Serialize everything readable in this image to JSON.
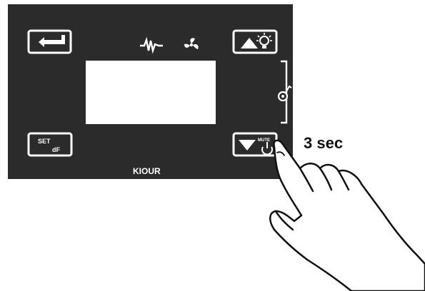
{
  "panel": {
    "brand": "KIOUR",
    "set_button": {
      "line1": "SET",
      "line2": "dF"
    },
    "enter_button": {
      "icon": "return-arrow-icon"
    },
    "up_button": {
      "icons": [
        "up-triangle-icon",
        "light-bulb-icon"
      ]
    },
    "down_button": {
      "icons": [
        "down-triangle-icon",
        "power-icon"
      ],
      "label": "MUTE"
    },
    "status_icons": [
      "defrost-icon",
      "fan-icon"
    ],
    "bracket_icon": "key-icon"
  },
  "instruction": {
    "hold_time": "3 sec",
    "hand_icon": "pressing-hand-icon"
  },
  "colors": {
    "panel": "#2b2b2b",
    "button_fill": "#ffffff",
    "display": "#ffffff",
    "ink": "#111111"
  }
}
